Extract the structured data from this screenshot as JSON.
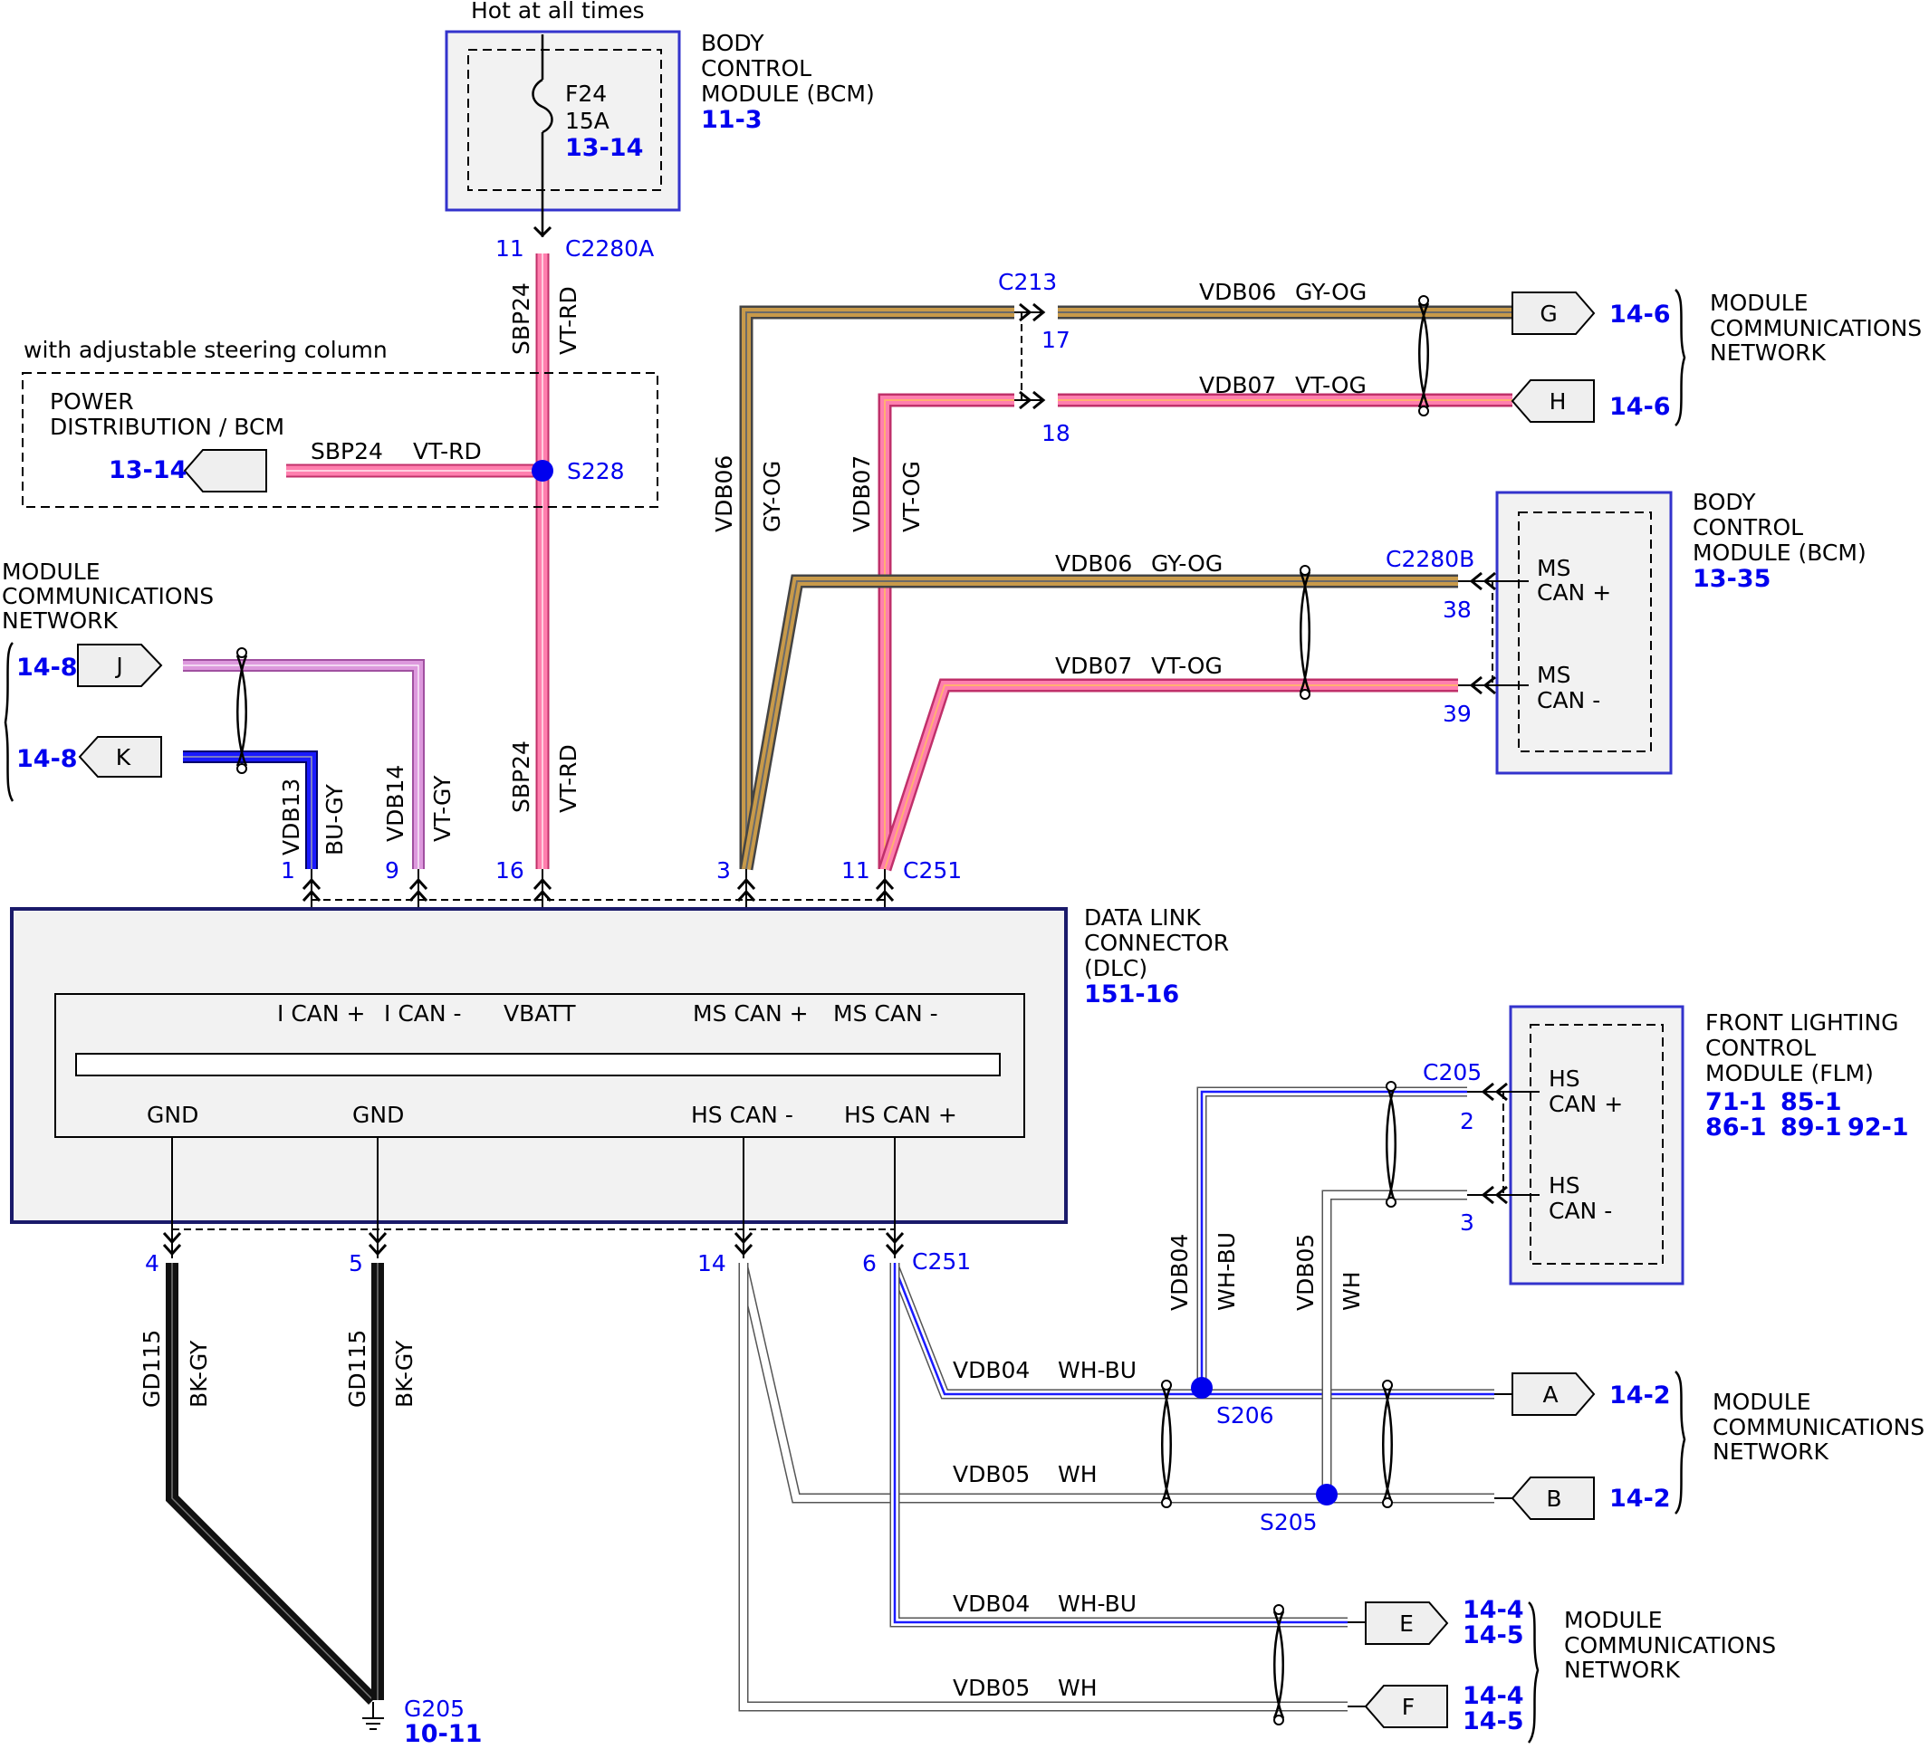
{
  "colors": {
    "pin_blue": "#0000ee",
    "module_box_border": "#3333cc",
    "module_box_fill": "#f2f2f2",
    "wire_pink": "#ff7fae",
    "wire_gray_orange": "#b89045",
    "wire_violet": "#dd99dd",
    "wire_blue": "#1a1aff",
    "wire_black": "#111111"
  },
  "top_bcm": {
    "hot_label": "Hot at all times",
    "fuse_name": "F24",
    "fuse_rating": "15A",
    "fuse_ref": "13-14",
    "module_name_1": "BODY",
    "module_name_2": "CONTROL",
    "module_name_3": "MODULE (BCM)",
    "module_ref": "11-3",
    "connector": "C2280A",
    "pin": "11"
  },
  "sbp24_vertical": {
    "circuit_top": "SBP24",
    "color_top": "VT-RD",
    "circuit_bottom": "SBP24",
    "color_bottom": "VT-RD",
    "splice": "S228"
  },
  "steering_option": {
    "caption": "with adjustable steering column",
    "title_1": "POWER",
    "title_2": "DISTRIBUTION / BCM",
    "ref": "13-14",
    "circuit": "SBP24",
    "color": "VT-RD"
  },
  "c213": {
    "connector": "C213",
    "pin_a": "17",
    "pin_b": "18",
    "wire_a_circuit": "VDB06",
    "wire_a_color": "GY-OG",
    "wire_b_circuit": "VDB07",
    "wire_b_color": "VT-OG",
    "port_g": "G",
    "port_h": "H",
    "ref_g": "14-6",
    "ref_h": "14-6",
    "net_1": "MODULE",
    "net_2": "COMMUNICATIONS",
    "net_3": "NETWORK"
  },
  "vertical_ms": {
    "c1": "VDB06",
    "k1": "GY-OG",
    "c2": "VDB07",
    "k2": "VT-OG"
  },
  "bcm_right": {
    "name_1": "BODY",
    "name_2": "CONTROL",
    "name_3": "MODULE (BCM)",
    "ref": "13-35",
    "connector": "C2280B",
    "pin_plus": "38",
    "pin_minus": "39",
    "sig_plus_1": "MS",
    "sig_plus_2": "CAN +",
    "sig_minus_1": "MS",
    "sig_minus_2": "CAN -",
    "wire_plus_circuit": "VDB06",
    "wire_plus_color": "GY-OG",
    "wire_minus_circuit": "VDB07",
    "wire_minus_color": "VT-OG"
  },
  "left_net": {
    "net_1": "MODULE",
    "net_2": "COMMUNICATIONS",
    "net_3": "NETWORK",
    "port_j": "J",
    "port_k": "K",
    "ref_j": "14-8",
    "ref_k": "14-8",
    "vdb13": "VDB13",
    "vdb13_color": "BU-GY",
    "vdb14": "VDB14",
    "vdb14_color": "VT-GY"
  },
  "dlc": {
    "name_1": "DATA LINK",
    "name_2": "CONNECTOR",
    "name_3": "(DLC)",
    "ref": "151-16",
    "connector": "C251",
    "top_pins": [
      "1",
      "9",
      "16",
      "3",
      "11"
    ],
    "top_labels": [
      "I CAN +",
      "I CAN -",
      "VBATT",
      "MS CAN +",
      "MS CAN -"
    ],
    "bottom_pins": [
      "4",
      "5",
      "14",
      "6"
    ],
    "bottom_labels": [
      "GND",
      "GND",
      "HS CAN -",
      "HS CAN +"
    ]
  },
  "ground": {
    "circuit": "GD115",
    "color": "BK-GY",
    "name": "G205",
    "ref": "10-11"
  },
  "flm": {
    "name_1": "FRONT LIGHTING",
    "name_2": "CONTROL",
    "name_3": "MODULE (FLM)",
    "refs_row1": [
      "71-1",
      "85-1"
    ],
    "refs_row2": [
      "86-1",
      "89-1",
      "92-1"
    ],
    "connector": "C205",
    "pin_plus": "2",
    "pin_minus": "3",
    "sig_plus_1": "HS",
    "sig_plus_2": "CAN +",
    "sig_minus_1": "HS",
    "sig_minus_2": "CAN -",
    "vert_c1": "VDB04",
    "vert_k1": "WH-BU",
    "vert_c2": "VDB05",
    "vert_k2": "WH"
  },
  "hs_net": {
    "wire_ab_c1": "VDB04",
    "wire_ab_k1": "WH-BU",
    "wire_ab_c2": "VDB05",
    "wire_ab_k2": "WH",
    "splice_206": "S206",
    "splice_205": "S205",
    "port_a": "A",
    "port_b": "B",
    "ref_a": "14-2",
    "ref_b": "14-2",
    "net_1": "MODULE",
    "net_2": "COMMUNICATIONS",
    "net_3": "NETWORK",
    "wire_ef_c1": "VDB04",
    "wire_ef_k1": "WH-BU",
    "wire_ef_c2": "VDB05",
    "wire_ef_k2": "WH",
    "port_e": "E",
    "port_f": "F",
    "ref_e1": "14-4",
    "ref_e2": "14-5",
    "ref_f1": "14-4",
    "ref_f2": "14-5",
    "net2_1": "MODULE",
    "net2_2": "COMMUNICATIONS",
    "net2_3": "NETWORK"
  }
}
